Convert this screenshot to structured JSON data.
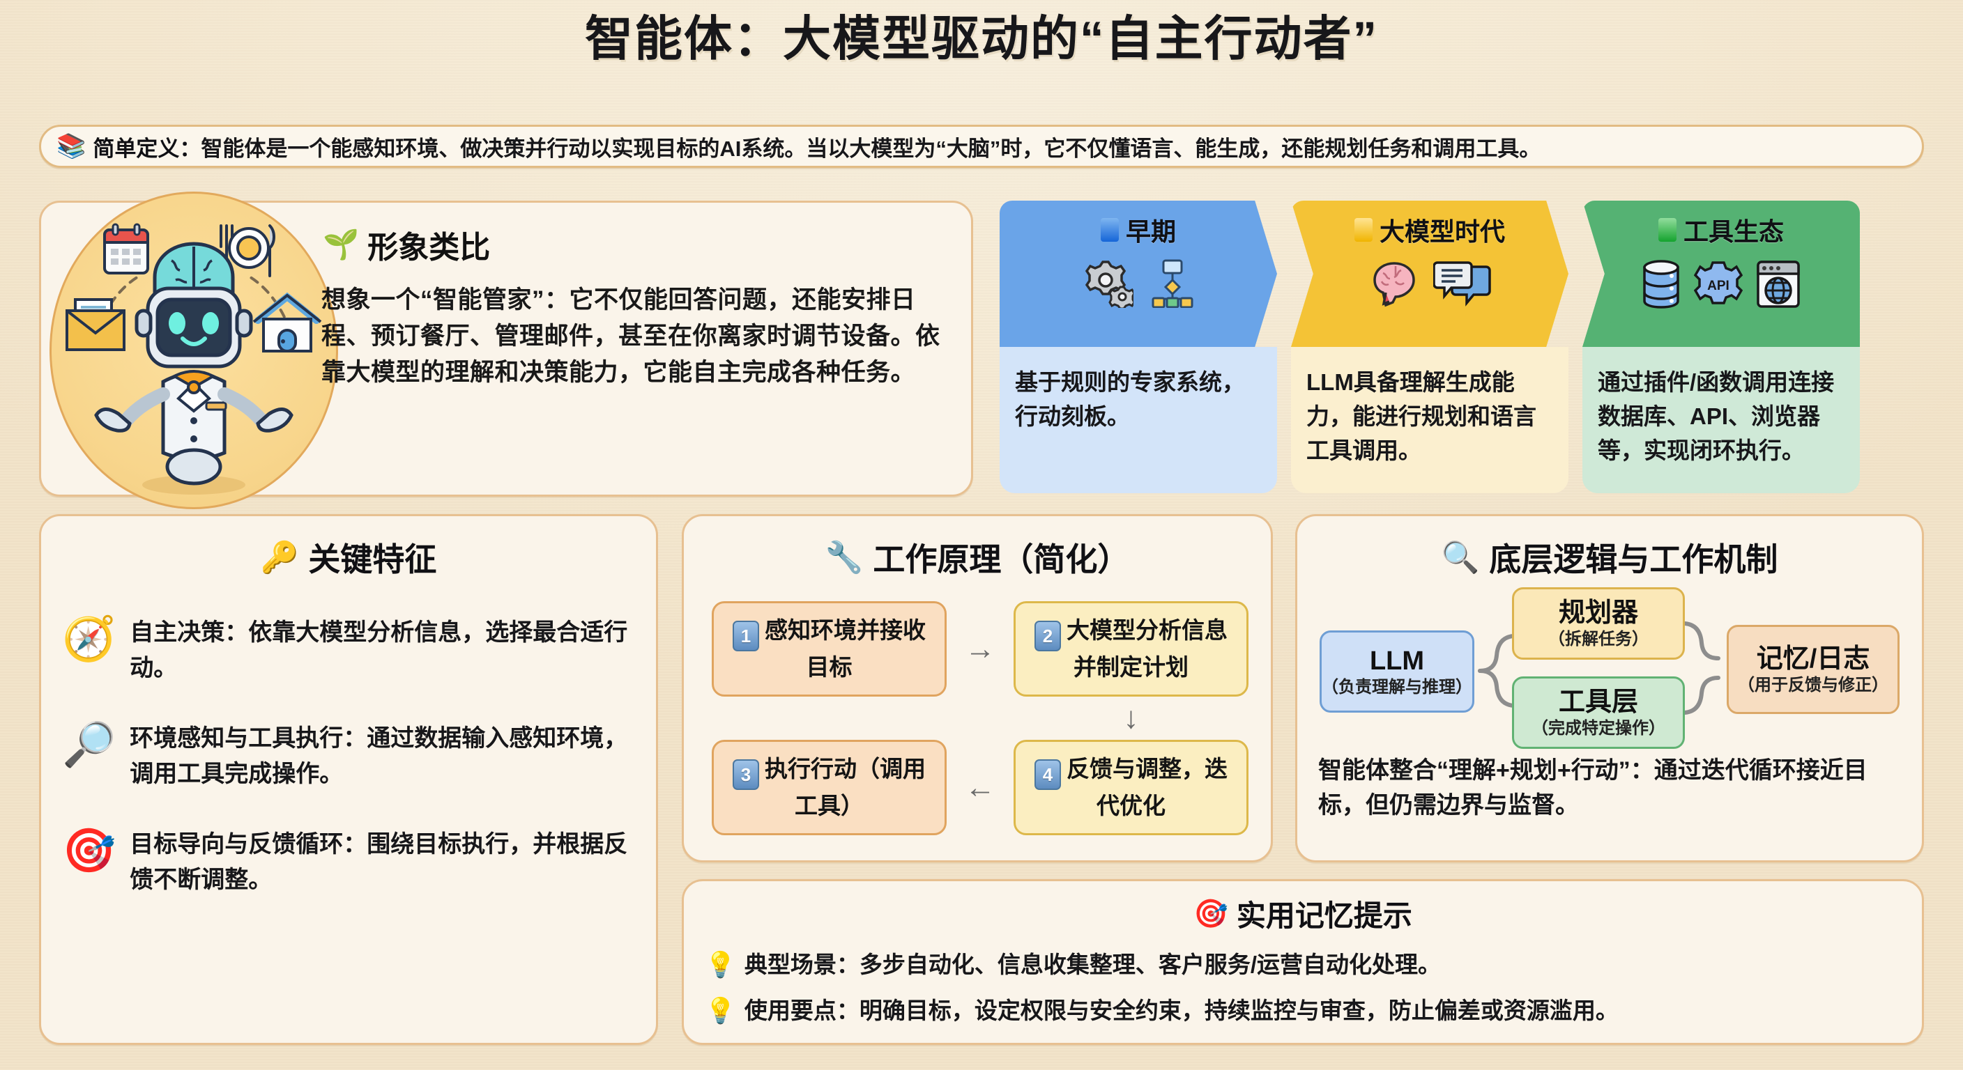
{
  "title": "智能体：大模型驱动的“自主行动者”",
  "definition": {
    "icon": "books-icon",
    "label": "简单定义：",
    "text": "智能体是一个能感知环境、做决策并行动以实现目标的AI系统。当以大模型为“大脑”时，它不仅懂语言、能生成，还能规划任务和调用工具。"
  },
  "analogy": {
    "icon": "seedling-icon",
    "heading": "形象类比",
    "body": "想象一个“智能管家”：它不仅能回答问题，还能安排日程、预订餐厅、管理邮件，甚至在你离家时调节设备。依靠大模型的理解和决策能力，它能自主完成各种任务。",
    "illustration": "robot-butler-illustration"
  },
  "timeline": [
    {
      "badge_color": "#1565d8",
      "header_color": "#6aa4e8",
      "body_color": "#d3e4f9",
      "title": "早期",
      "icons": [
        "gears-icon",
        "flowchart-icon"
      ],
      "body": "基于规则的专家系统，行动刻板。"
    },
    {
      "badge_color": "#f0b400",
      "header_color": "#f4c336",
      "body_color": "#fbefcf",
      "title": "大模型时代",
      "icons": [
        "brain-icon",
        "chat-bubbles-icon"
      ],
      "body": "LLM具备理解生成能力，能进行规划和语言工具调用。"
    },
    {
      "badge_color": "#14a32e",
      "header_color": "#55b273",
      "body_color": "#cfe9d7",
      "title": "工具生态",
      "icons": [
        "database-icon",
        "api-gear-icon",
        "browser-globe-icon"
      ],
      "body": "通过插件/函数调用连接数据库、API、浏览器等，实现闭环执行。"
    }
  ],
  "features": {
    "icon": "key-icon",
    "heading": "关键特征",
    "items": [
      {
        "icon": "compass-icon",
        "term": "自主决策：",
        "desc": "依靠大模型分析信息，选择最合适行动。"
      },
      {
        "icon": "magnifier-hand-icon",
        "term": "环境感知与工具执行：",
        "desc": "通过数据输入感知环境，调用工具完成操作。"
      },
      {
        "icon": "dartboard-icon",
        "term": "目标导向与反馈循环：",
        "desc": "围绕目标执行，并根据反馈不断调整。"
      }
    ]
  },
  "work": {
    "icon": "wrench-icon",
    "heading": "工作原理（简化）",
    "steps": [
      {
        "num": "1",
        "text": "感知环境并接收目标",
        "tone": "orange"
      },
      {
        "num": "2",
        "text": "大模型分析信息并制定计划",
        "tone": "yellow"
      },
      {
        "num": "3",
        "text": "执行行动（调用工具）",
        "tone": "orange"
      },
      {
        "num": "4",
        "text": "反馈与调整，迭代优化",
        "tone": "yellow"
      }
    ],
    "arrows": {
      "right": "→",
      "down": "↓",
      "left": "←"
    }
  },
  "mechanism": {
    "icon": "magnifier-icon",
    "heading": "底层逻辑与工作机制",
    "nodes": {
      "llm": {
        "name": "LLM",
        "sub": "（负责理解与推理）",
        "color": "#cfe0f7"
      },
      "planner": {
        "name": "规划器",
        "sub": "（拆解任务）",
        "color": "#fbe8b8"
      },
      "tools": {
        "name": "工具层",
        "sub": "（完成特定操作）",
        "color": "#cfe9d2"
      },
      "memory": {
        "name": "记忆/日志",
        "sub": "（用于反馈与修正）",
        "color": "#f7ddc1"
      }
    },
    "note": "智能体整合“理解+规划+行动”：通过迭代循环接近目标，但仍需边界与监督。"
  },
  "tips": {
    "icon": "dart-icon",
    "heading": "实用记忆提示",
    "items": [
      {
        "icon": "bulb-icon",
        "term": "典型场景：",
        "desc": "多步自动化、信息收集整理、客户服务/运营自动化处理。"
      },
      {
        "icon": "bulb-icon",
        "term": "使用要点：",
        "desc": "明确目标，设定权限与安全约束，持续监控与审查，防止偏差或资源滥用。"
      }
    ]
  }
}
